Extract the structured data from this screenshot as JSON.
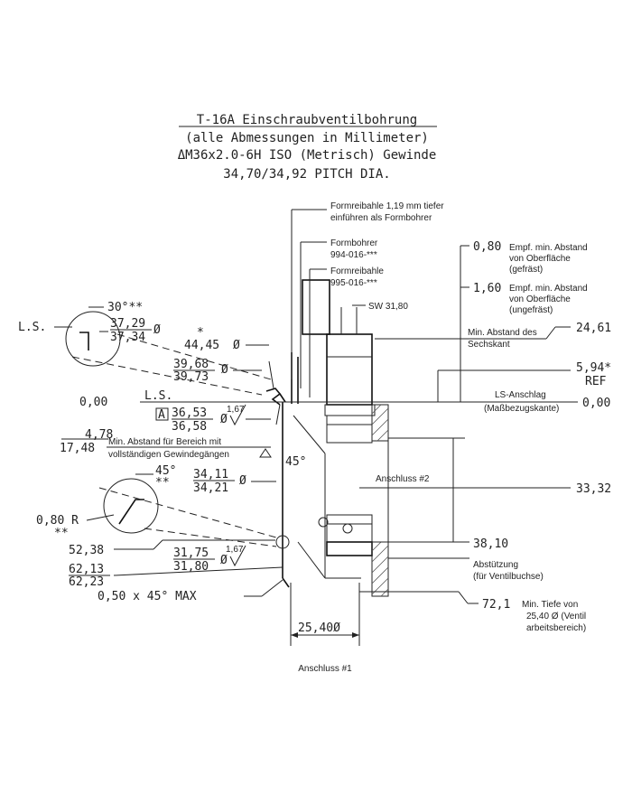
{
  "title": {
    "line1": "T-16A Einschraubventilbohrung",
    "line2": "(alle Abmessungen in Millimeter)",
    "line3": "ΔM36x2.0-6H ISO (Metrisch) Gewinde",
    "line4": "34,70/34,92 PITCH DIA."
  },
  "callouts": {
    "formreibahle_note_1": "Formreibahle 1,19 mm tiefer",
    "formreibahle_note_2": "einführen als Formbohrer",
    "formbohrer": "Formbohrer",
    "formbohrer_no": "994-016-***",
    "formreibahle": "Formreibahle",
    "formreibahle_no": "995-016-***",
    "sw": "SW 31,80",
    "abstand_080": "0,80",
    "abstand_080_t1": "Empf. min. Abstand",
    "abstand_080_t2": "von Oberfläche",
    "abstand_080_t3": "(gefräst)",
    "abstand_160": "1,60",
    "abstand_160_t1": "Empf. min. Abstand",
    "abstand_160_t2": "von Oberfläche",
    "abstand_160_t3": "(ungefräst)",
    "sechskant_1": "Min. Abstand des",
    "sechskant_2": "Sechskant",
    "dim_2461": "24,61",
    "dim_594": "5,94*",
    "ref": "REF",
    "ls_anschlag": "LS-Anschlag",
    "massbezug": "(Maßbezugskante)",
    "dim_000_right": "0,00",
    "anschluss2": "Anschluss #2",
    "dim_3332": "33,32",
    "dim_3810": "38,10",
    "abstuetzung_1": "Abstützung",
    "abstuetzung_2": "(für Ventilbuchse)",
    "dim_721": "72,1",
    "tiefe_1": "Min. Tiefe von",
    "tiefe_2": "25,40 Ø (Ventil",
    "tiefe_3": "arbeitsbereich)",
    "dim_2540": "25,40Ø",
    "anschluss1": "Anschluss #1"
  },
  "left_dims": {
    "angle_30": "30°**",
    "ls": "L.S.",
    "d_3729": "37,29",
    "d_3734": "37,34",
    "diam": "Ø",
    "star": "*",
    "d_4445": "44,45",
    "d_3968": "39,68",
    "d_3973": "39,73",
    "d_000": "0,00",
    "ls2": "L.S.",
    "a_box": "A",
    "d_3653": "36,53",
    "d_3658": "36,58",
    "rough_167": "1,67",
    "d_478": "4,78",
    "d_1748": "17,48",
    "min_abstand_1": "Min. Abstand für Bereich mit",
    "min_abstand_2": "vollständigen Gewindegängen",
    "angle_45_bot": "45°",
    "angle_45": "45°",
    "dstars": "**",
    "d_3411": "34,11",
    "d_3421": "34,21",
    "r_080": "0,80 R",
    "dstars2": "**",
    "d_5238": "52,38",
    "d_3175": "31,75",
    "d_3180": "31,80",
    "rough_167b": "1,67",
    "d_6213": "62,13",
    "d_6223": "62,23",
    "chamfer": "0,50 x 45° MAX"
  }
}
